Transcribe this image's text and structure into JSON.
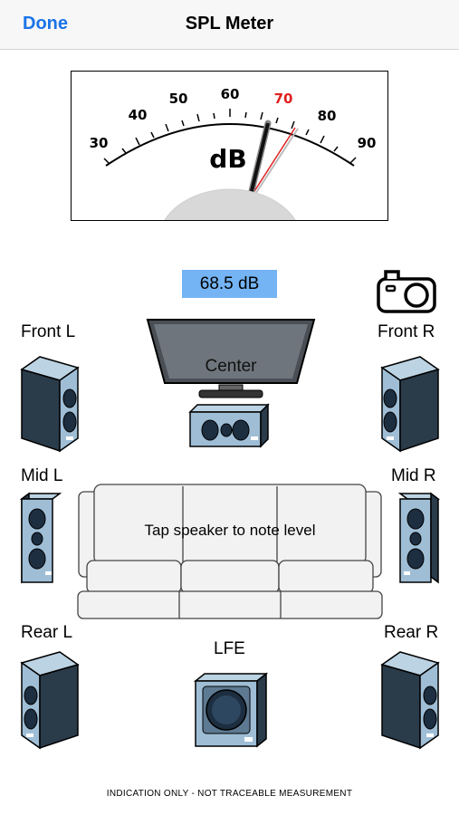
{
  "nav": {
    "done_label": "Done",
    "title": "SPL Meter"
  },
  "meter": {
    "scale_labels": [
      "30",
      "40",
      "50",
      "60",
      "70",
      "80",
      "90"
    ],
    "unit": "dB",
    "needle_value_db": 68.5,
    "reference_value_db": 70
  },
  "reading": {
    "text": "68.5 dB"
  },
  "speakers": {
    "front_l": "Front L",
    "front_r": "Front R",
    "center": "Center",
    "mid_l": "Mid L",
    "mid_r": "Mid R",
    "rear_l": "Rear L",
    "rear_r": "Rear R",
    "lfe": "LFE"
  },
  "room": {
    "hint": "Tap speaker to note level"
  },
  "footer": {
    "disclaimer": "INDICATION ONLY - NOT TRACEABLE MEASUREMENT"
  },
  "colors": {
    "accent": "#1a73e8",
    "reading_bg": "#74b4f4",
    "red_mark": "#e02020"
  }
}
